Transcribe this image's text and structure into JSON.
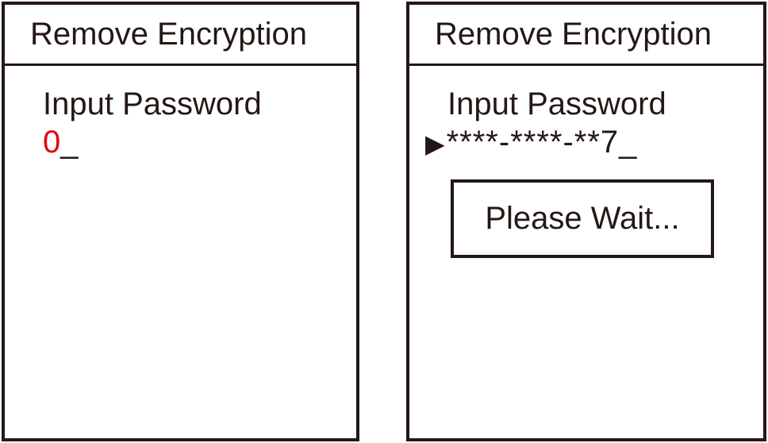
{
  "colors": {
    "ink": "#231815",
    "accent_red": "#e60012",
    "background": "#ffffff"
  },
  "left_screen": {
    "title": "Remove Encryption",
    "prompt": "Input Password",
    "entered_digit": "0",
    "cursor": "_"
  },
  "right_screen": {
    "title": "Remove Encryption",
    "prompt": "Input Password",
    "pointer_glyph": "▶",
    "masked_value": "****-****-**7",
    "cursor": "_",
    "dialog_message": "Please Wait..."
  }
}
